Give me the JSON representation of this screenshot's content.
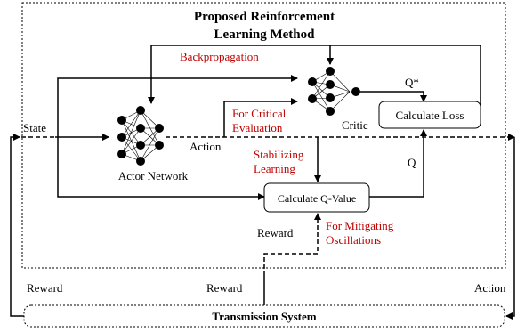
{
  "diagram": {
    "title_line1": "Proposed Reinforcement",
    "title_line2": "Learning Method",
    "backprop_label": "Backpropagation",
    "state_label": "State",
    "action_label_inner": "Action",
    "actor_network_label": "Actor Network",
    "critic_label": "Critic",
    "critical_eval_line1": "For Critical",
    "critical_eval_line2": "Evaluation",
    "stabilizing_line1": "Stabilizing",
    "stabilizing_line2": "Learning",
    "qstar_label": "Q*",
    "q_label": "Q",
    "calculate_loss_label": "Calculate Loss",
    "calculate_qvalue_label": "Calculate Q-Value",
    "reward_inner_label": "Reward",
    "mitigating_line1": "For Mitigating",
    "mitigating_line2": "Oscillations",
    "reward_left_label": "Reward",
    "reward_mid_label": "Reward",
    "action_right_label": "Action",
    "transmission_label": "Transmission System"
  },
  "colors": {
    "text": "#000000",
    "annotation_red": "#c00000",
    "node_fill": "#000000"
  }
}
